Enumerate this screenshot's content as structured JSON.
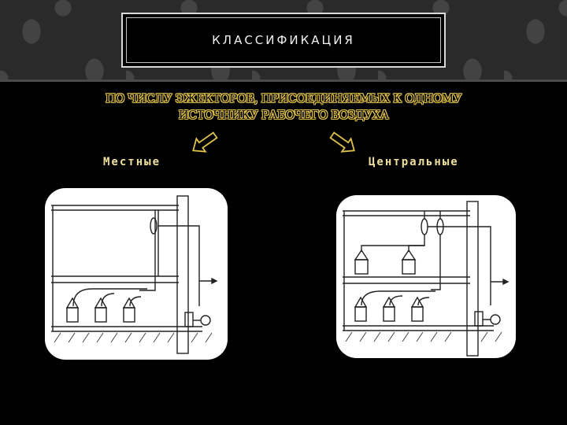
{
  "slide": {
    "title": "КЛАССИФИКАЦИЯ",
    "subtitle_line1": "ПО ЧИСЛУ ЭЖЕКТОРОВ, ПРИСОЕДИНЯЕМЫХ К ОДНОМУ",
    "subtitle_line2": "ИСТОЧНИКУ РАБОЧЕГО ВОЗДУХА",
    "label_left": "Местные",
    "label_right": "Центральные"
  },
  "colors": {
    "background": "#000000",
    "subtitle_outline": "#e0c24a",
    "label_text": "#f0e0a0",
    "title_text": "#f2f2f2"
  },
  "icons": [
    "arrow-down-left-icon",
    "arrow-down-right-icon"
  ]
}
